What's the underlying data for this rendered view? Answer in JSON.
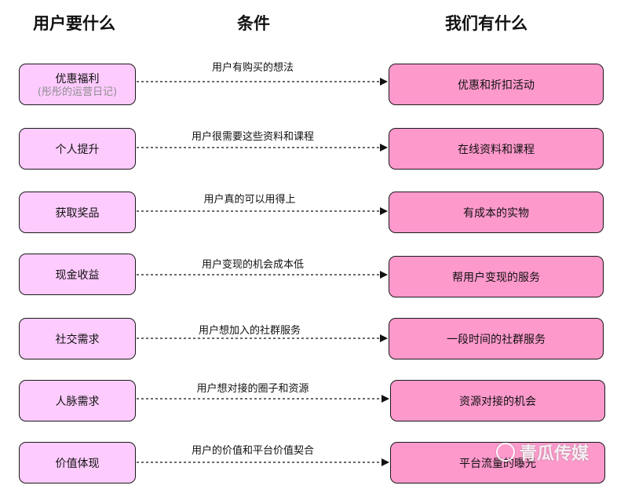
{
  "headers": {
    "left": "用户要什么",
    "middle": "条件",
    "right": "我们有什么"
  },
  "rows": [
    {
      "need": "优惠福利",
      "need_sub": "(彤彤的运营日记)",
      "condition": "用户有购买的想法",
      "offer": "优惠和折扣活动"
    },
    {
      "need": "个人提升",
      "condition": "用户很需要这些资料和课程",
      "offer": "在线资料和课程"
    },
    {
      "need": "获取奖品",
      "condition": "用户真的可以用得上",
      "offer": "有成本的实物"
    },
    {
      "need": "现金收益",
      "condition": "用户变现的机会成本低",
      "offer": "帮用户变现的服务"
    },
    {
      "need": "社交需求",
      "condition": "用户想加入的社群服务",
      "offer": "一段时间的社群服务"
    },
    {
      "need": "人脉需求",
      "condition": "用户想对接的圈子和资源",
      "offer": "资源对接的机会"
    },
    {
      "need": "价值体现",
      "condition": "用户的价值和平台价值契合",
      "offer": "平台流量的曝光"
    }
  ],
  "watermark": "青瓜传媒",
  "colors": {
    "left_box": "#fdcbfe",
    "right_box": "#fe99cc",
    "border": "#1a1a1a"
  }
}
